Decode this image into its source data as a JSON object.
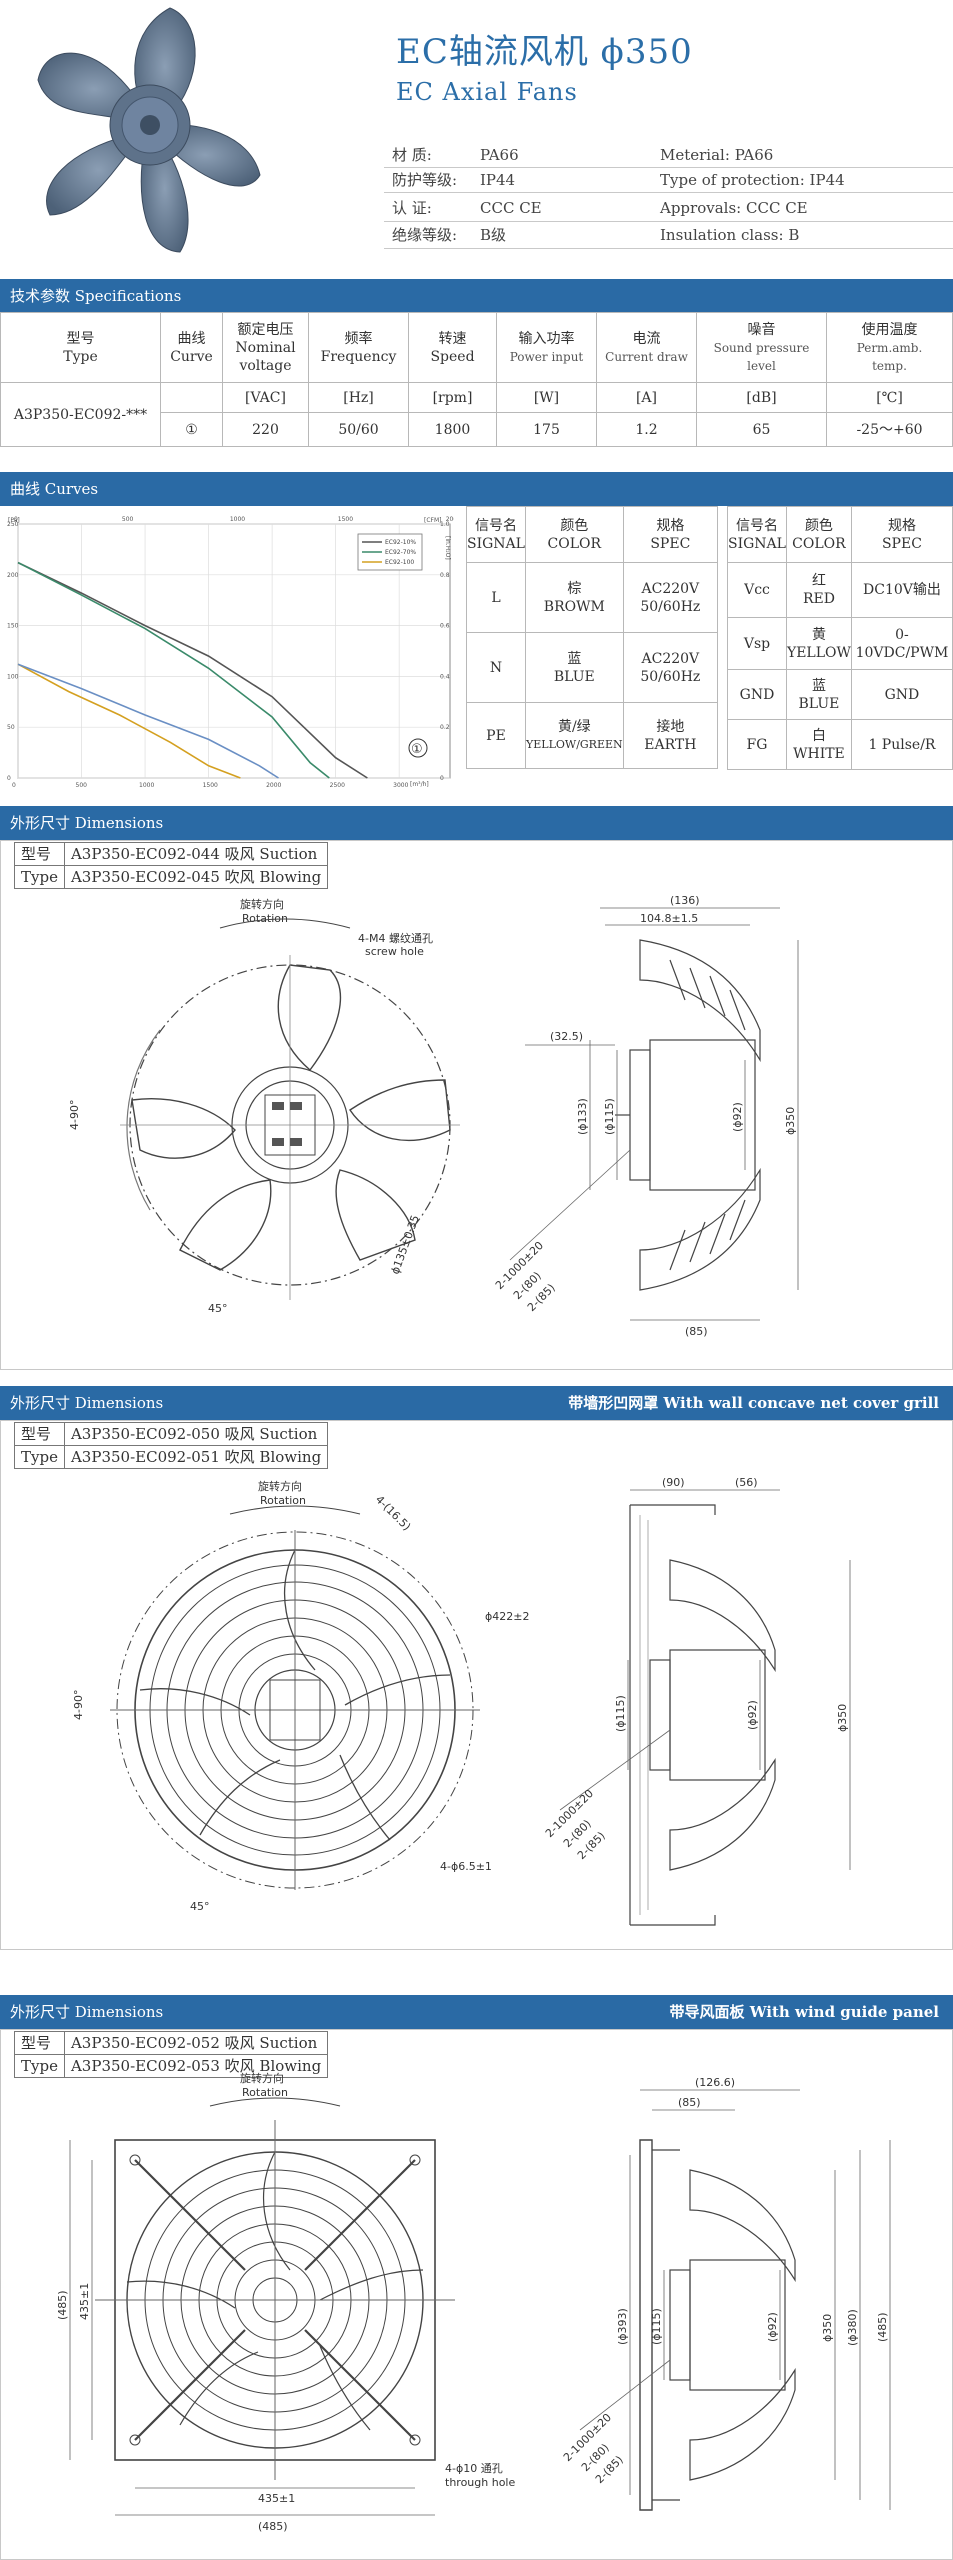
{
  "header": {
    "title_cn": "EC轴流风机  ϕ350",
    "title_en": "EC Axial Fans",
    "specs": [
      {
        "k": "材    质:",
        "v": "PA66",
        "ek": "Meterial:",
        "ev": "PA66"
      },
      {
        "k": "防护等级:",
        "v": "IP44",
        "ek": "Type of protection:",
        "ev": "IP44"
      },
      {
        "k": "认    证:",
        "v": "CCC CE",
        "ek": "Approvals:",
        "ev": "CCC CE"
      },
      {
        "k": "绝缘等级:",
        "v": "B级",
        "ek": "Insulation class:",
        "ev": "B"
      }
    ]
  },
  "spec_section": {
    "bar": "技术参数 Specifications",
    "headers": [
      {
        "cn": "型号",
        "en": "Type"
      },
      {
        "cn": "曲线",
        "en": "Curve"
      },
      {
        "cn": "额定电压",
        "en": "Nominal",
        "en2": "voltage"
      },
      {
        "cn": "频率",
        "en": "Frequency"
      },
      {
        "cn": "转速",
        "en": "Speed"
      },
      {
        "cn": "输入功率",
        "en": "Power input"
      },
      {
        "cn": "电流",
        "en": "Current draw"
      },
      {
        "cn": "噪音",
        "en": "Sound pressure",
        "en2": "level"
      },
      {
        "cn": "使用温度",
        "en": "Perm.amb.",
        "en2": "temp."
      }
    ],
    "units": [
      "[VAC]",
      "[Hz]",
      "[rpm]",
      "[W]",
      "[A]",
      "[dB]",
      "[℃]"
    ],
    "row": {
      "type": "A3P350-EC092-***",
      "curve": "①",
      "voltage": "220",
      "freq": "50/60",
      "speed": "1800",
      "power": "175",
      "current": "1.2",
      "noise": "65",
      "temp": "-25～+60"
    }
  },
  "curves_section": {
    "bar": "曲线 Curves",
    "curve_marker": "①",
    "axis_top": [
      "0",
      "500",
      "1000",
      "1500",
      "2000"
    ],
    "axis_top_unit": "[CFM]",
    "axis_left": [
      "250",
      "200",
      "150",
      "100",
      "50",
      "0"
    ],
    "axis_left_unit": "[Pa]",
    "axis_right": [
      "1.0",
      "0.8",
      "0.6",
      "0.4",
      "0.2",
      "0"
    ],
    "axis_right_unit": "[in.H₂O]",
    "axis_bottom": [
      "0",
      "500",
      "1000",
      "1500",
      "2000",
      "2500",
      "3000"
    ],
    "axis_bottom_unit": "[m³/h]",
    "legend": [
      "EC92-10%",
      "EC92-70%",
      "EC92-100"
    ],
    "colors": {
      "line1": "#555555",
      "line2": "#3a8a6a",
      "line3": "#d4a020",
      "line4": "#6a8fc4"
    }
  },
  "chart_data": {
    "type": "line",
    "xlabel": "[m³/h]",
    "ylabel": "[Pa]",
    "xlim": [
      0,
      3400
    ],
    "ylim": [
      0,
      250
    ],
    "series": [
      {
        "x": [
          0,
          500,
          1000,
          1500,
          2000,
          2500,
          2750
        ],
        "y": [
          212,
          182,
          150,
          120,
          80,
          20,
          0
        ]
      },
      {
        "x": [
          0,
          500,
          1000,
          1500,
          2000,
          2300,
          2450
        ],
        "y": [
          212,
          180,
          147,
          108,
          60,
          15,
          0
        ]
      },
      {
        "x": [
          0,
          400,
          800,
          1200,
          1500,
          1750
        ],
        "y": [
          112,
          85,
          62,
          35,
          12,
          0
        ]
      },
      {
        "x": [
          0,
          500,
          1000,
          1500,
          1900,
          2050
        ],
        "y": [
          112,
          88,
          62,
          38,
          12,
          0
        ]
      }
    ]
  },
  "signal_left": {
    "headers": [
      {
        "cn": "信号名",
        "en": "SIGNAL"
      },
      {
        "cn": "颜色",
        "en": "COLOR"
      },
      {
        "cn": "规格",
        "en": "SPEC"
      }
    ],
    "rows": [
      {
        "sig": "L",
        "c1": "棕",
        "c2": "BROWM",
        "s1": "AC220V",
        "s2": "50/60Hz"
      },
      {
        "sig": "N",
        "c1": "蓝",
        "c2": "BLUE",
        "s1": "AC220V",
        "s2": "50/60Hz"
      },
      {
        "sig": "PE",
        "c1": "黄/绿",
        "c2": "YELLOW/GREEN",
        "s1": "接地",
        "s2": "EARTH"
      }
    ]
  },
  "signal_right": {
    "headers": [
      {
        "cn": "信号名",
        "en": "SIGNAL"
      },
      {
        "cn": "颜色",
        "en": "COLOR"
      },
      {
        "cn": "规格",
        "en": "SPEC"
      }
    ],
    "rows": [
      {
        "sig": "Vcc",
        "c1": "红",
        "c2": "RED",
        "s": "DC10V输出"
      },
      {
        "sig": "Vsp",
        "c1": "黄",
        "c2": "YELLOW",
        "s": "0-10VDC/PWM"
      },
      {
        "sig": "GND",
        "c1": "蓝",
        "c2": "BLUE",
        "s": "GND"
      },
      {
        "sig": "FG",
        "c1": "白",
        "c2": "WHITE",
        "s": "1 Pulse/R"
      }
    ]
  },
  "dim1": {
    "bar": "外形尺寸 Dimensions",
    "type_cn": "型号",
    "type_en": "Type",
    "model1": "A3P350-EC092-044 吸风 Suction",
    "model2": "A3P350-EC092-045 吹风 Blowing",
    "rotation_cn": "旋转方向",
    "rotation_en": "Rotation",
    "hole_cn": "4-M4 螺纹通孔",
    "hole_en": "screw hole",
    "angle1": "4-90°",
    "angle2": "45°",
    "d_bolt": "ϕ135±0.35",
    "d136": "(136)",
    "d104": "104.8±1.5",
    "d325": "(32.5)",
    "d133": "(ϕ133)",
    "d115": "(ϕ115)",
    "d92": "(ϕ92)",
    "d350": "ϕ350",
    "c1": "2-1000±20",
    "c2": "2-(80)",
    "c3": "2-(85)",
    "d85": "(85)"
  },
  "dim2": {
    "bar": "外形尺寸 Dimensions",
    "bar_right": "带墙形凹网罩 With wall concave net cover grill",
    "type_cn": "型号",
    "type_en": "Type",
    "model1": "A3P350-EC092-050 吸风 Suction",
    "model2": "A3P350-EC092-051 吹风 Blowing",
    "rotation_cn": "旋转方向",
    "rotation_en": "Rotation",
    "d165": "4-(16.5)",
    "d422": "ϕ422±2",
    "d65": "4-ϕ6.5±1",
    "angle1": "4-90°",
    "angle2": "45°",
    "d90": "(90)",
    "d56": "(56)",
    "d115": "(ϕ115)",
    "d92": "(ϕ92)",
    "d350": "ϕ350",
    "c1": "2-1000±20",
    "c2": "2-(80)",
    "c3": "2-(85)"
  },
  "dim3": {
    "bar": "外形尺寸 Dimensions",
    "bar_right": "带导风面板 With wind guide panel",
    "type_cn": "型号",
    "type_en": "Type",
    "model1": "A3P350-EC092-052 吸风 Suction",
    "model2": "A3P350-EC092-053 吹风 Blowing",
    "rotation_cn": "旋转方向",
    "rotation_en": "Rotation",
    "hole_cn": "4-ϕ10 通孔",
    "hole_en": "through hole",
    "d435a": "435±1",
    "d485a": "(485)",
    "d435b": "435±1",
    "d485b": "(485)",
    "d1266": "(126.6)",
    "d85": "(85)",
    "d393": "(ϕ393)",
    "d115": "(ϕ115)",
    "d92": "(ϕ92)",
    "d350": "ϕ350",
    "d380": "(ϕ380)",
    "d485c": "(485)",
    "c1": "2-1000±20",
    "c2": "2-(80)",
    "c3": "2-(85)"
  }
}
